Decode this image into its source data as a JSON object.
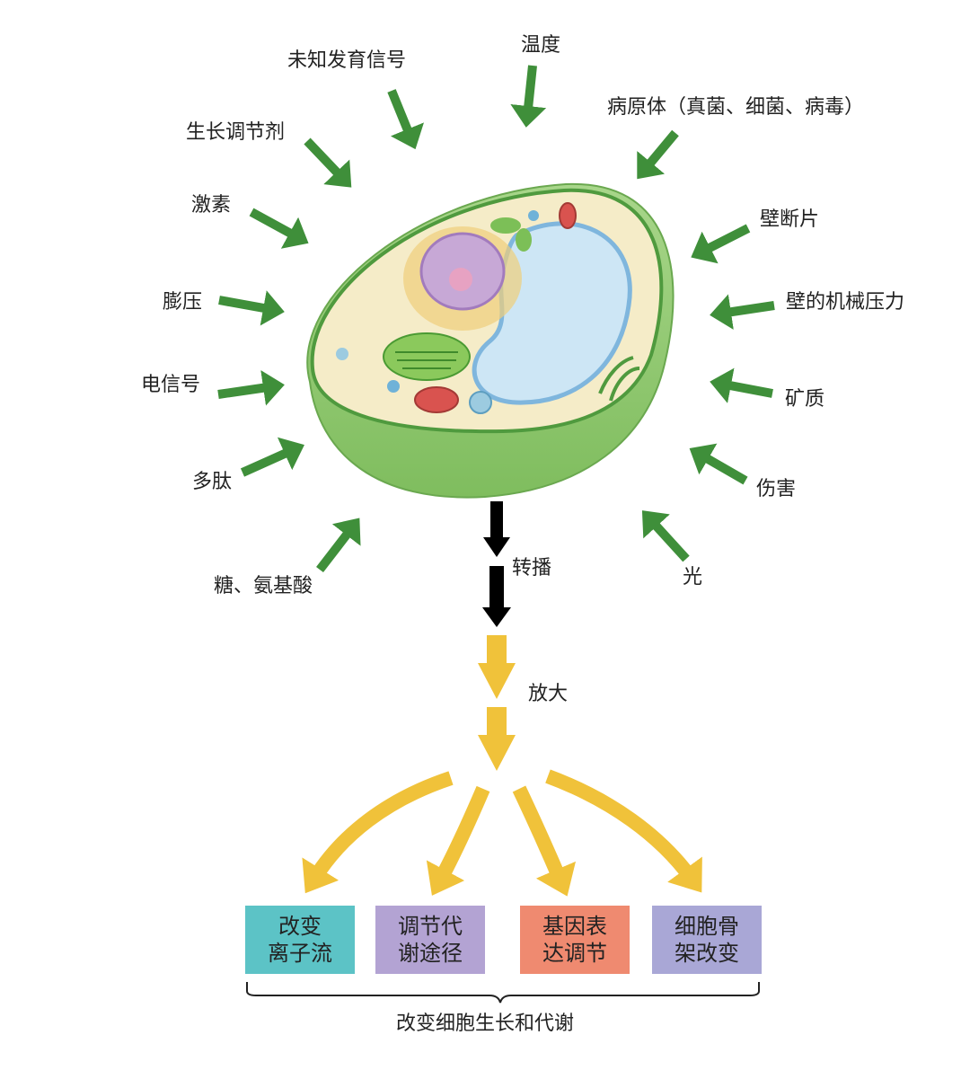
{
  "signals": [
    {
      "label": "温度"
    },
    {
      "label": "未知发育信号"
    },
    {
      "label": "病原体（真菌、细菌、病毒）"
    },
    {
      "label": "生长调节剂"
    },
    {
      "label": "激素"
    },
    {
      "label": "壁断片"
    },
    {
      "label": "膨压"
    },
    {
      "label": "壁的机械压力"
    },
    {
      "label": "电信号"
    },
    {
      "label": "矿质"
    },
    {
      "label": "多肽"
    },
    {
      "label": "伤害"
    },
    {
      "label": "糖、氨基酸"
    },
    {
      "label": "光"
    }
  ],
  "flow": {
    "transmission": "转播",
    "amplification": "放大"
  },
  "outcomes": [
    {
      "line1": "改变",
      "line2": "离子流",
      "color": "#5cc3c6"
    },
    {
      "line1": "调节代",
      "line2": "谢途径",
      "color": "#b3a3d3"
    },
    {
      "line1": "基因表",
      "line2": "达调节",
      "color": "#ef8a70"
    },
    {
      "line1": "细胞骨",
      "line2": "架改变",
      "color": "#a9a7d6"
    }
  ],
  "summary": "改变细胞生长和代谢",
  "colors": {
    "signal_arrow": "#3f8f3a",
    "transmission_arrow": "#000000",
    "amplification_arrow": "#f0c23a",
    "cell_wall": "#8cc46a"
  }
}
